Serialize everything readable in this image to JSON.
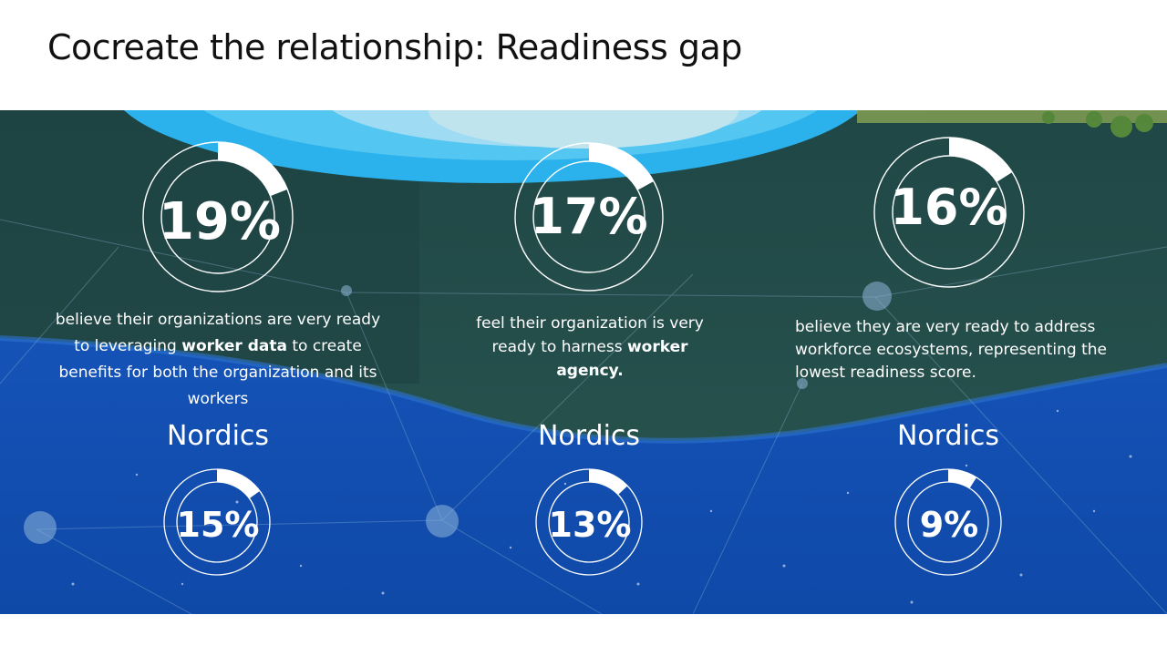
{
  "title": "Cocreate the relationship: Readiness gap",
  "colors": {
    "ring": "#ffffff",
    "text": "#ffffff",
    "sky_top": "#2aa9e6",
    "band_dark": "#234b4a",
    "band_blue": "#1556b8"
  },
  "chart_data": [
    {
      "type": "pie",
      "subtype": "donut",
      "value_percent": 19,
      "label": "19%",
      "description": {
        "pre": "believe their organizations are very ready to leveraging ",
        "bold": "worker data",
        "post": " to create benefits for both the organization and its workers"
      },
      "comparison": {
        "region": "Nordics",
        "value_percent": 15,
        "label": "15%"
      }
    },
    {
      "type": "pie",
      "subtype": "donut",
      "value_percent": 17,
      "label": "17%",
      "description": {
        "pre": "feel their organization is very ready to harness ",
        "bold": "worker agency.",
        "post": ""
      },
      "comparison": {
        "region": "Nordics",
        "value_percent": 13,
        "label": "13%"
      }
    },
    {
      "type": "pie",
      "subtype": "donut",
      "value_percent": 16,
      "label": "16%",
      "description": {
        "pre": "believe they are very ready to address workforce ecosystems, representing the lowest readiness score.",
        "bold": "",
        "post": ""
      },
      "comparison": {
        "region": "Nordics",
        "value_percent": 9,
        "label": "9%"
      }
    }
  ]
}
